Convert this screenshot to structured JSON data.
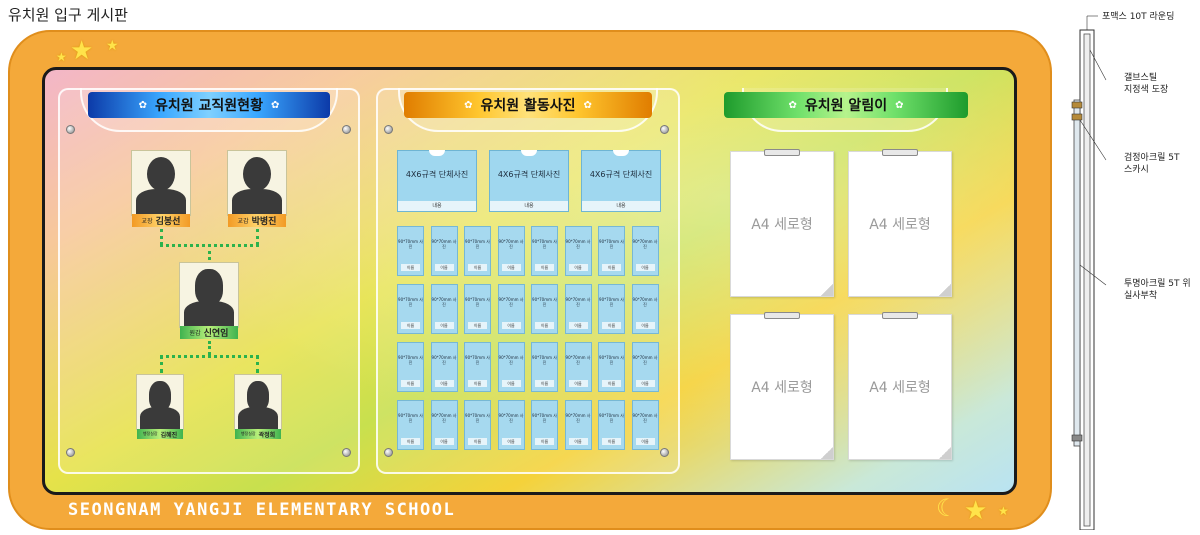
{
  "page_title": "유치원 입구 게시판",
  "school_caption": "SEONGNAM YANGJI ELEMENTARY SCHOOL",
  "colors": {
    "frame": "#f4a93a",
    "staff_banner": "#1f6fd6",
    "photo_banner": "#f2a11c",
    "notice_banner": "#36b136"
  },
  "staff_section": {
    "banner": "유치원 교직원현황",
    "top_row": [
      {
        "role": "교장",
        "name": "김봉선"
      },
      {
        "role": "교감",
        "name": "박병진"
      }
    ],
    "middle": {
      "role": "원감",
      "name": "신연임"
    },
    "bottom_row": [
      {
        "role": "행정실장",
        "name": "김혜진"
      },
      {
        "role": "행정실장",
        "name": "곽정희"
      }
    ]
  },
  "photo_section": {
    "banner": "유치원 활동사진",
    "big_pockets": [
      {
        "text": "4X6규격 단체사진",
        "label": "내용"
      },
      {
        "text": "4X6규격 단체사진",
        "label": "내용"
      },
      {
        "text": "4X6규격 단체사진",
        "label": "내용"
      }
    ],
    "small_pocket_text": "90*70mm 사진",
    "small_pocket_label": "이름"
  },
  "notice_section": {
    "banner": "유치원 알림이",
    "sheets": [
      "A4 세로형",
      "A4 세로형",
      "A4 세로형",
      "A4 세로형"
    ]
  },
  "side_section": {
    "labels": [
      "포맥스 10T 라운딩",
      "갤브스틸\n지정색 도장",
      "검정아크릴 5T\n스카시",
      "투명아크릴 5T 위\n실사부착"
    ]
  },
  "icons": [
    "star-icon",
    "moon-icon",
    "screw-icon",
    "silhouette-icon"
  ]
}
